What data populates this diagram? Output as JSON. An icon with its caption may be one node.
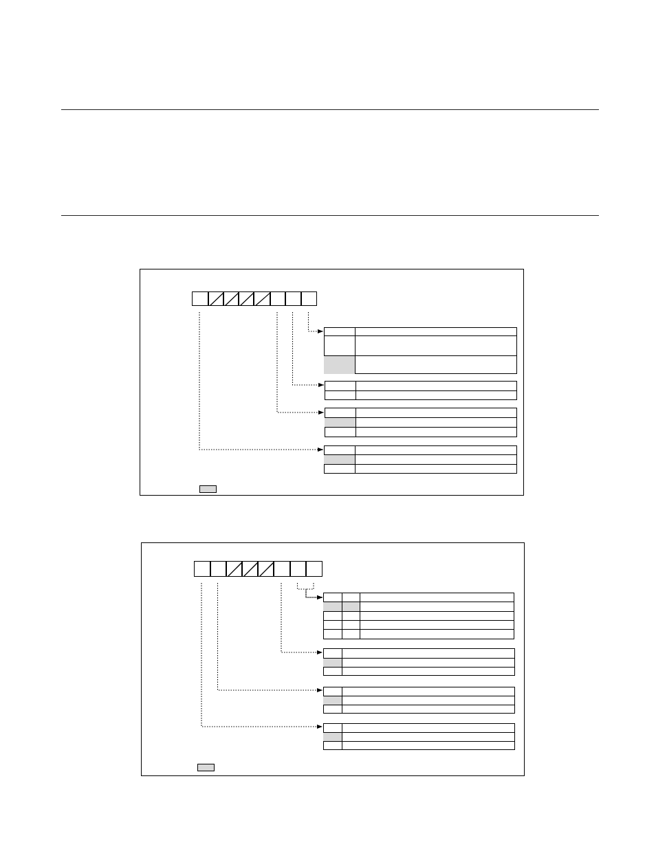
{
  "diagram": {
    "nodes": [
      {
        "text": [],
        "shape": "box"
      },
      {
        "text": [],
        "shape": "bar",
        "in": 0
      },
      {
        "text": [],
        "shape": "box",
        "in": 1
      },
      {
        "text": [],
        "shape": "box",
        "in": 1
      },
      {
        "text": [],
        "shape": "box",
        "in": 1
      },
      {
        "text": [],
        "shape": "box",
        "in": 1
      },
      {
        "text": [],
        "shape": "box",
        "in": 1
      },
      {
        "text": [],
        "shape": "box",
        "in": 1
      },
      {
        "text": [],
        "shape": "box",
        "in": 1
      },
      {
        "text": [],
        "shape": "box",
        "in": 1
      },
      {
        "text": [],
        "shape": "table",
        "in": 0
      },
      {
        "text": [],
        "shape": "table",
        "in": 0
      },
      {
        "text": [],
        "shape": "table",
        "in": 0
      },
      {
        "text": [],
        "shape": "table",
        "in": 0
      },
      {
        "text": [],
        "shape": "box",
        "in": 0
      },
      {
        "text": [],
        "shape": "box"
      },
      {
        "text": [],
        "shape": "bar",
        "in": 15
      },
      {
        "text": [],
        "shape": "box",
        "in": 16
      },
      {
        "text": [],
        "shape": "box",
        "in": 16
      },
      {
        "text": [],
        "shape": "box",
        "in": 16
      },
      {
        "text": [],
        "shape": "box",
        "in": 16
      },
      {
        "text": [],
        "shape": "box",
        "in": 16
      },
      {
        "text": [],
        "shape": "box",
        "in": 16
      },
      {
        "text": [],
        "shape": "box",
        "in": 16
      },
      {
        "text": [],
        "shape": "box",
        "in": 16
      },
      {
        "text": [],
        "shape": "table",
        "in": 15
      },
      {
        "text": [],
        "shape": "table",
        "in": 15
      },
      {
        "text": [],
        "shape": "table",
        "in": 15
      },
      {
        "text": [],
        "shape": "table",
        "in": 15
      },
      {
        "text": [],
        "shape": "box",
        "in": 15
      }
    ],
    "edges": [
      {
        "from": 9,
        "to": 10,
        "arrow": "to"
      },
      {
        "from": 8,
        "to": 11,
        "arrow": "to"
      },
      {
        "from": 7,
        "to": 12,
        "arrow": "to"
      },
      {
        "from": 2,
        "to": 13,
        "arrow": "to"
      },
      {
        "from": 23,
        "to": 25,
        "arrow": "to"
      },
      {
        "from": 24,
        "to": 25,
        "arrow": "to"
      },
      {
        "from": 22,
        "to": 26,
        "arrow": "to"
      },
      {
        "from": 18,
        "to": 27,
        "arrow": "to"
      },
      {
        "from": 17,
        "to": 28,
        "arrow": "to"
      }
    ]
  }
}
